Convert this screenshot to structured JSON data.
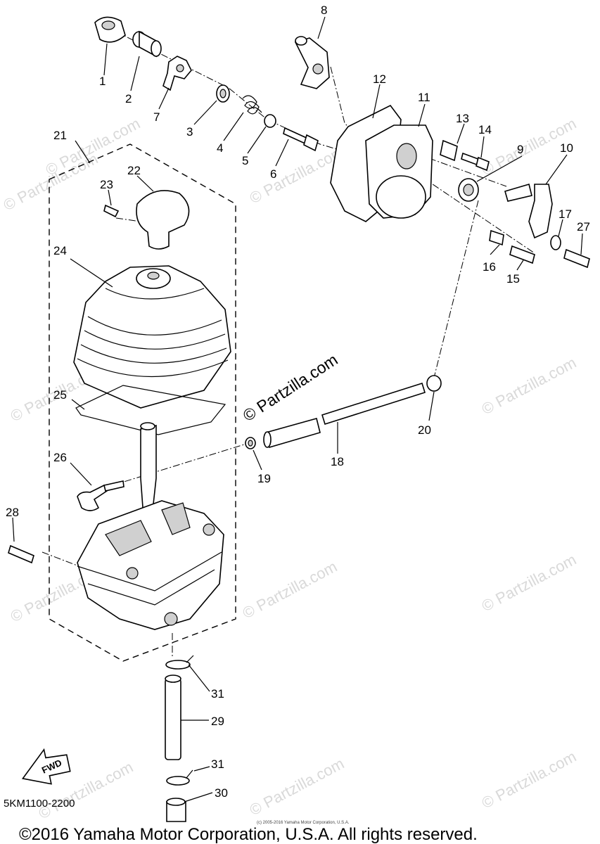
{
  "diagram": {
    "callouts": [
      {
        "id": "1",
        "text": "1"
      },
      {
        "id": "2",
        "text": "2"
      },
      {
        "id": "3",
        "text": "3"
      },
      {
        "id": "4",
        "text": "4"
      },
      {
        "id": "5",
        "text": "5"
      },
      {
        "id": "6",
        "text": "6"
      },
      {
        "id": "7",
        "text": "7"
      },
      {
        "id": "8",
        "text": "8"
      },
      {
        "id": "9",
        "text": "9"
      },
      {
        "id": "10",
        "text": "10"
      },
      {
        "id": "11",
        "text": "11"
      },
      {
        "id": "12",
        "text": "12"
      },
      {
        "id": "13",
        "text": "13"
      },
      {
        "id": "14",
        "text": "14"
      },
      {
        "id": "15",
        "text": "15"
      },
      {
        "id": "16",
        "text": "16"
      },
      {
        "id": "17",
        "text": "17"
      },
      {
        "id": "18",
        "text": "18"
      },
      {
        "id": "19",
        "text": "19"
      },
      {
        "id": "20",
        "text": "20"
      },
      {
        "id": "21",
        "text": "21"
      },
      {
        "id": "22",
        "text": "22"
      },
      {
        "id": "23",
        "text": "23"
      },
      {
        "id": "24",
        "text": "24"
      },
      {
        "id": "25",
        "text": "25"
      },
      {
        "id": "26",
        "text": "26"
      },
      {
        "id": "27",
        "text": "27"
      },
      {
        "id": "28",
        "text": "28"
      },
      {
        "id": "29",
        "text": "29"
      },
      {
        "id": "30",
        "text": "30"
      },
      {
        "id": "31a",
        "text": "31"
      },
      {
        "id": "31b",
        "text": "31"
      }
    ],
    "watermark_main": "© Partzilla.com",
    "watermark_faint": "© Partzilla.com",
    "fwd_label": "FWD",
    "diagram_code": "5KM1100-2200",
    "fine_print": "(c) 2005-2016 Yamaha Motor Corporation, U.S.A.",
    "copyright": "©2016 Yamaha Motor Corporation, U.S.A. All rights reserved."
  }
}
